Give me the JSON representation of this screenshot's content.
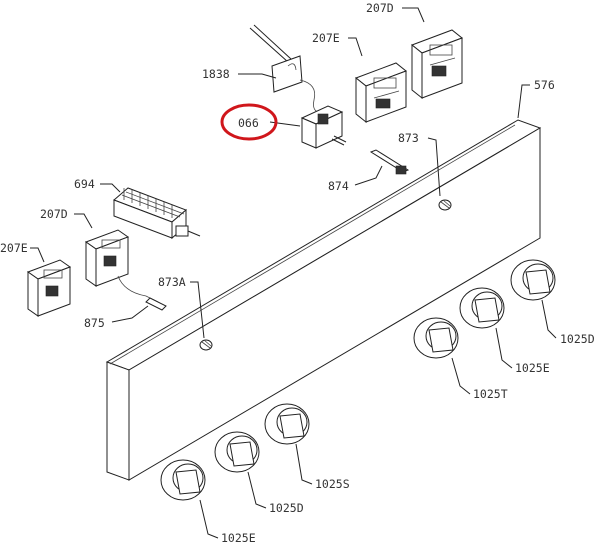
{
  "labels": {
    "l_207D_top": "207D",
    "l_207E_top": "207E",
    "l_1838": "1838",
    "l_066": "066",
    "l_576": "576",
    "l_873": "873",
    "l_874": "874",
    "l_694": "694",
    "l_207D_left": "207D",
    "l_207E_left": "207E",
    "l_873A": "873A",
    "l_875": "875",
    "l_1025D_right": "1025D",
    "l_1025E_right": "1025E",
    "l_1025T": "1025T",
    "l_1025S": "1025S",
    "l_1025D_bottom": "1025D",
    "l_1025E_bottom": "1025E"
  },
  "colors": {
    "line": "#222222",
    "highlight_circle": "#d0161b",
    "background": "#ffffff"
  }
}
